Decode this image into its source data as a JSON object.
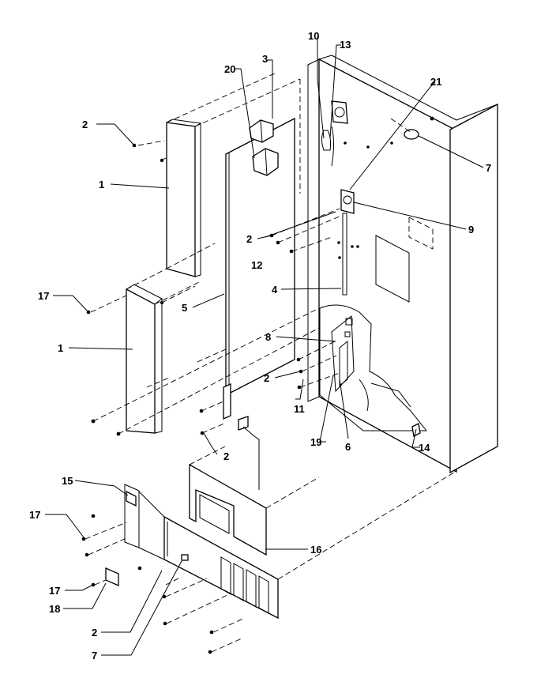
{
  "callouts": {
    "c1_upper": "1",
    "c1_lower": "1",
    "c2_a": "2",
    "c2_b": "2",
    "c2_c": "2",
    "c2_d": "2",
    "c2_e": "2",
    "c3": "3",
    "c4": "4",
    "c5": "5",
    "c6": "6",
    "c7_a": "7",
    "c7_b": "7",
    "c8": "8",
    "c9": "9",
    "c10": "10",
    "c11": "11",
    "c12": "12",
    "c13": "13",
    "c14": "14",
    "c15": "15",
    "c16": "16",
    "c17_a": "17",
    "c17_b": "17",
    "c17_c": "17",
    "c18": "18",
    "c19": "19",
    "c20": "20",
    "c21": "21"
  }
}
